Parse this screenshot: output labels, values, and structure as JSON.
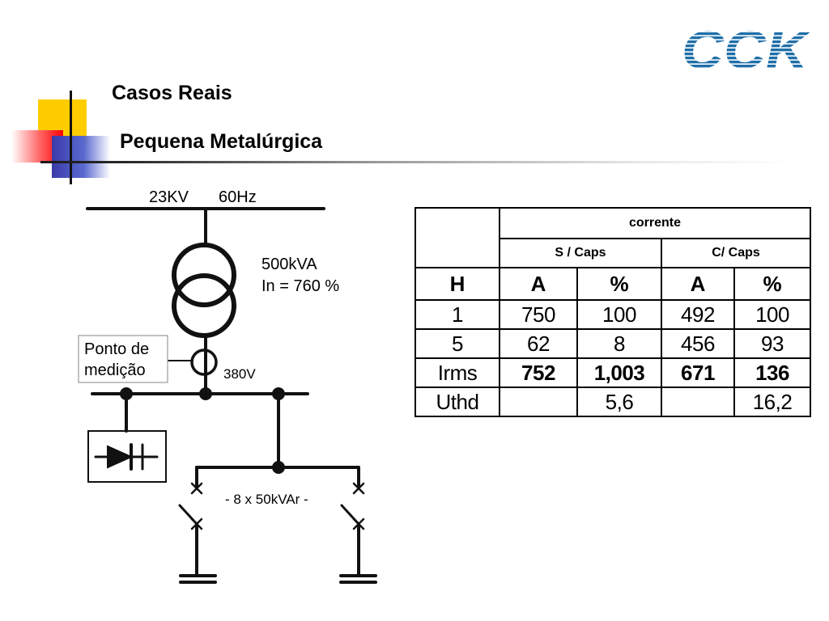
{
  "title": "Casos Reais",
  "subtitle": "Pequena Metalúrgica",
  "logo": {
    "text": "CCK",
    "color": "#1f6fa8"
  },
  "colors": {
    "yellow": "#ffcc00",
    "red": "#ff0000",
    "blue": "#3a3aa8"
  },
  "diagram": {
    "supply_voltage": "23KV",
    "supply_frequency": "60Hz",
    "transformer_rating": "500kVA",
    "transformer_current": "In = 760 %",
    "measurement_point_line1": "Ponto de",
    "measurement_point_line2": "medição",
    "low_voltage": "380V",
    "capacitor_bank": "- 8 x 50kVAr -",
    "icons": [
      "transformer-icon",
      "current-transformer-icon",
      "rectifier-diode-icon",
      "capacitor-icon",
      "switch-icon"
    ]
  },
  "table": {
    "group_header": "corrente",
    "sub_headers": [
      "S / Caps",
      "C/ Caps"
    ],
    "columns": [
      "H",
      "A",
      "%",
      "A",
      "%"
    ],
    "rows": [
      {
        "h": "1",
        "s_a": "750",
        "s_pct": "100",
        "c_a": "492",
        "c_pct": "100"
      },
      {
        "h": "5",
        "s_a": "62",
        "s_pct": "8",
        "c_a": "456",
        "c_pct": "93"
      },
      {
        "h": "Irms",
        "s_a": "752",
        "s_pct": "1,003",
        "c_a": "671",
        "c_pct": "136"
      },
      {
        "h": "Uthd",
        "s_a": "",
        "s_pct": "5,6",
        "c_a": "",
        "c_pct": "16,2"
      }
    ]
  }
}
